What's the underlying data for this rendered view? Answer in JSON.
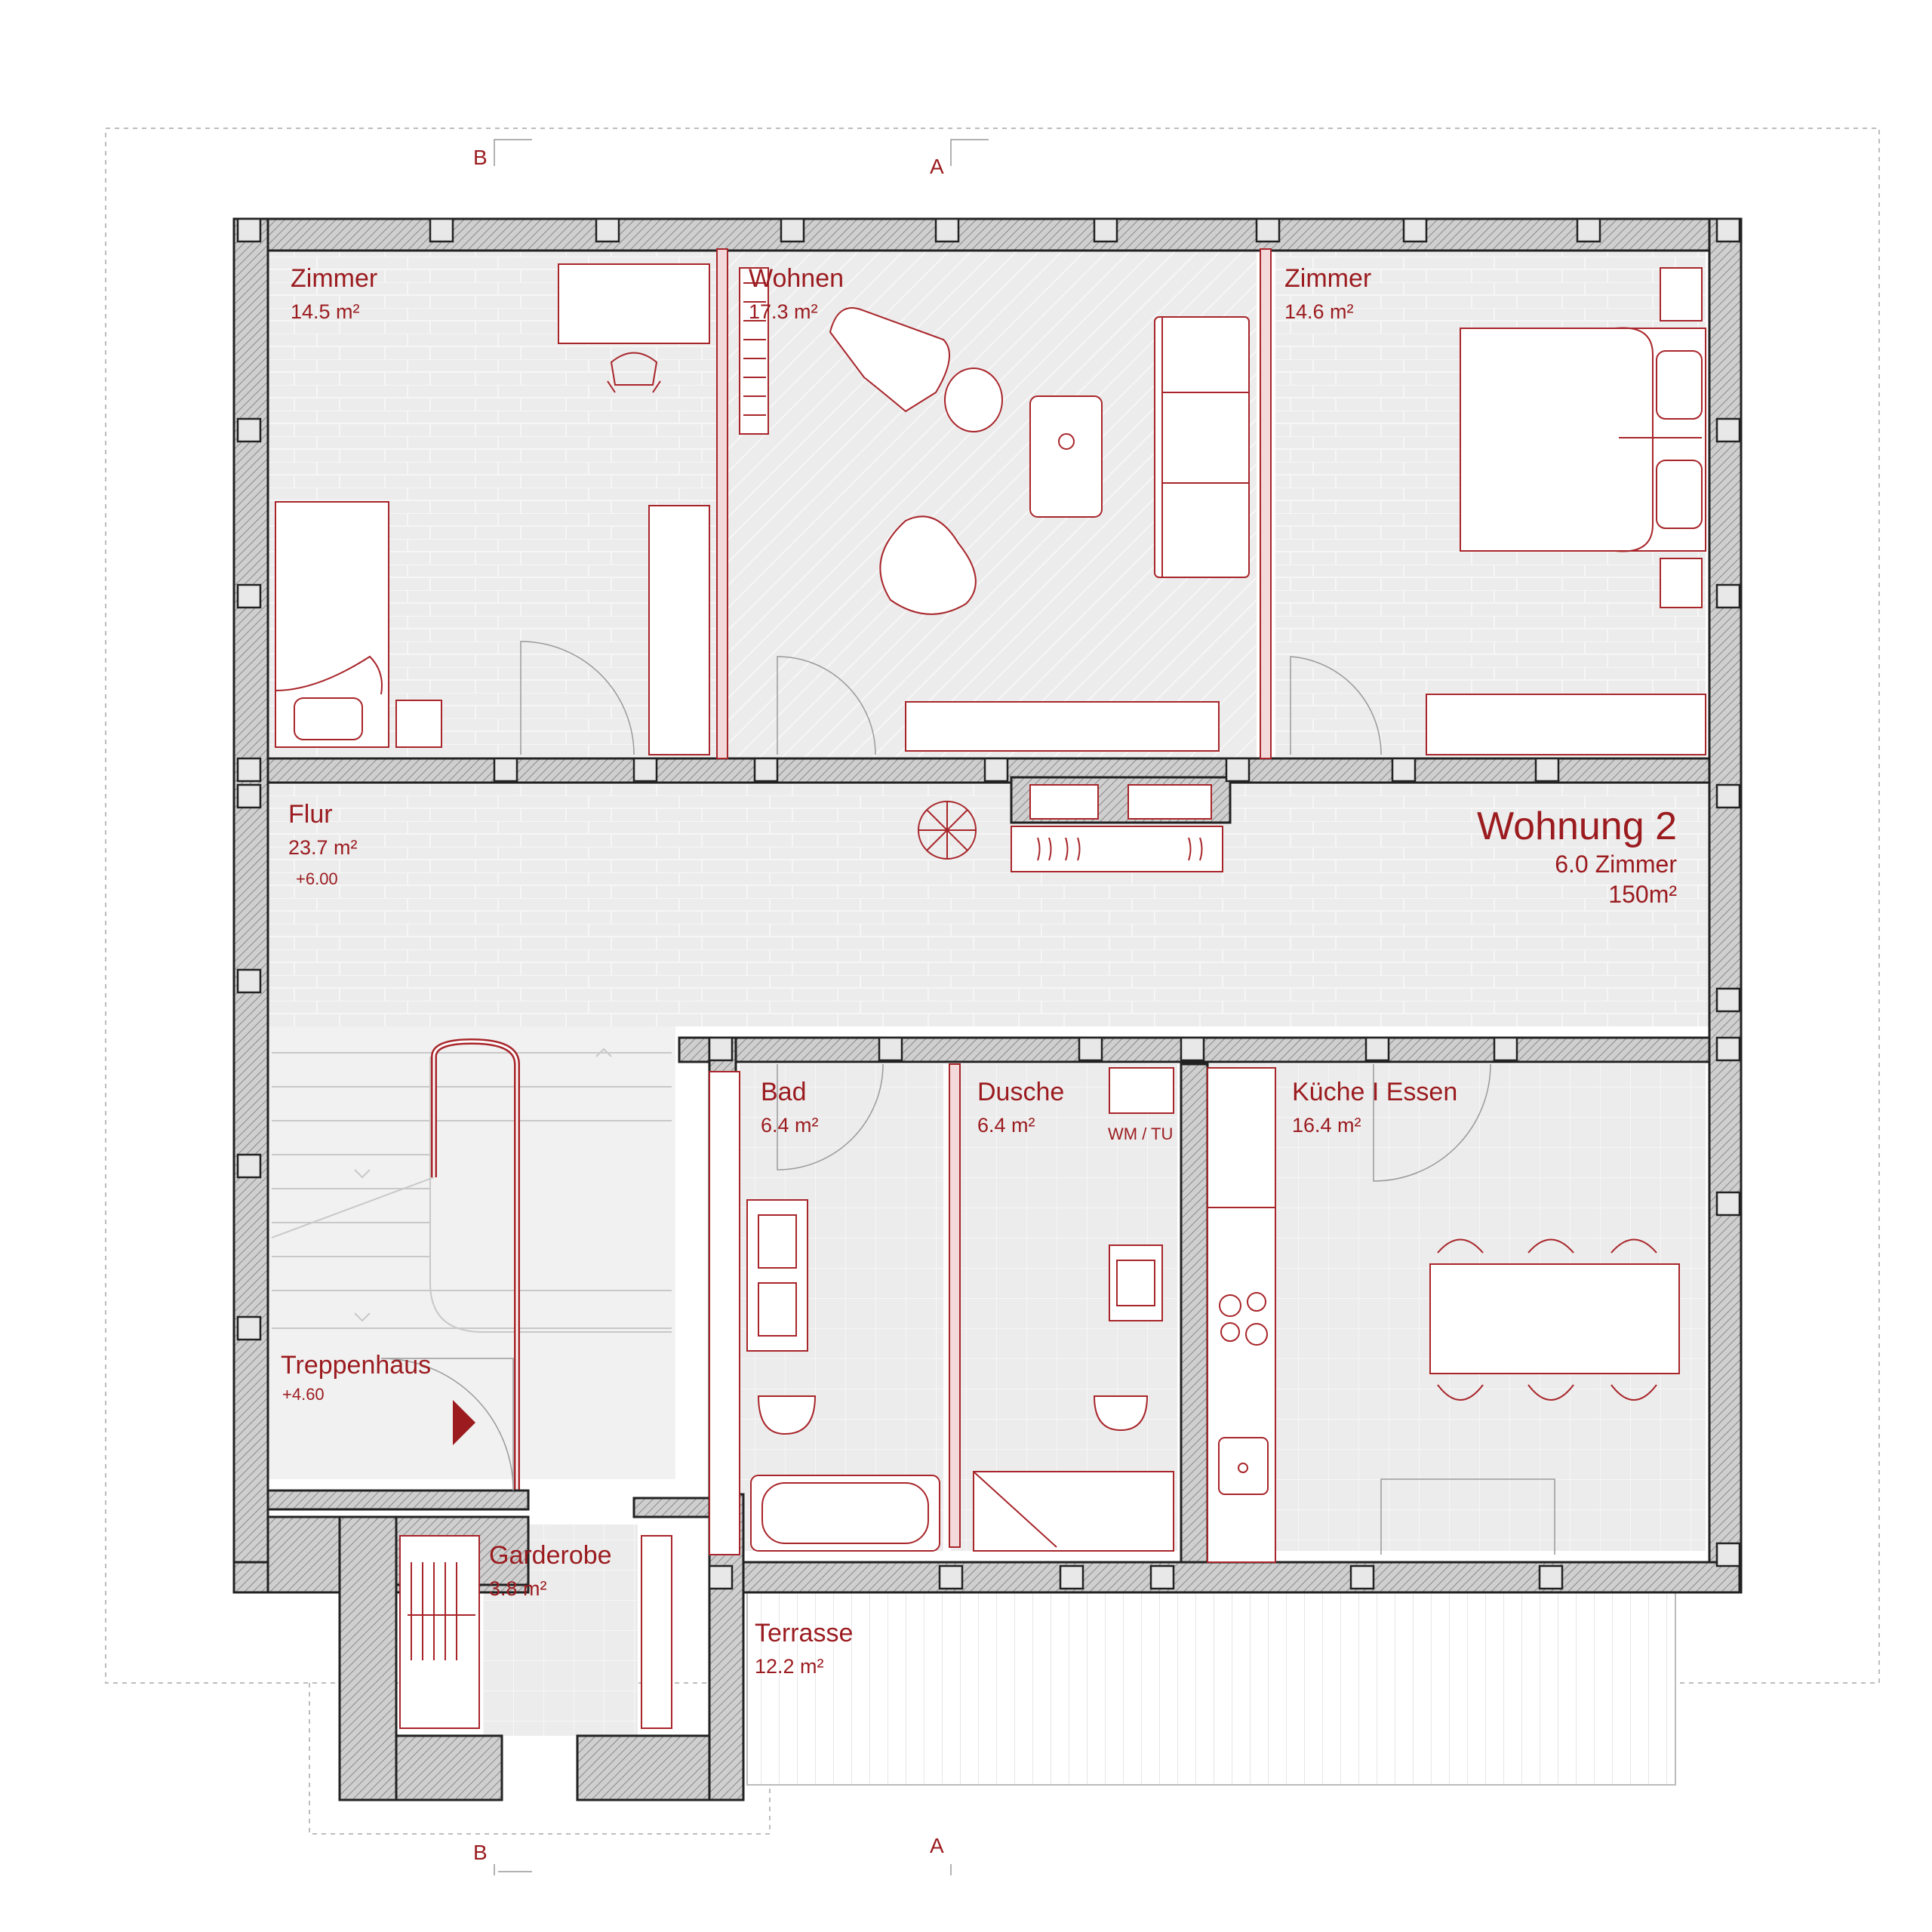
{
  "apartment": {
    "title": "Wohnung 2",
    "rooms": "6.0 Zimmer",
    "area": "150m²"
  },
  "rooms": {
    "zimmer_left": {
      "name": "Zimmer",
      "area": "14.5 m²"
    },
    "wohnen": {
      "name": "Wohnen",
      "area": "17.3 m²"
    },
    "zimmer_right": {
      "name": "Zimmer",
      "area": "14.6 m²"
    },
    "flur": {
      "name": "Flur",
      "area": "23.7 m²",
      "level": "+6.00"
    },
    "bad": {
      "name": "Bad",
      "area": "6.4 m²"
    },
    "dusche": {
      "name": "Dusche",
      "area": "6.4 m²"
    },
    "kueche": {
      "name": "Küche I Essen",
      "area": "16.4 m²"
    },
    "treppenhaus": {
      "name": "Treppenhaus",
      "level": "+4.60"
    },
    "garderobe": {
      "name": "Garderobe",
      "area": "3.8 m²"
    },
    "terrasse": {
      "name": "Terrasse",
      "area": "12.2 m²"
    }
  },
  "labels": {
    "wm_tu": "WM / TU"
  },
  "section_marks": {
    "a": "A",
    "b": "B"
  },
  "colors": {
    "accent": "#9b1b1f",
    "floor": "#ececec",
    "wall": "#222222"
  }
}
